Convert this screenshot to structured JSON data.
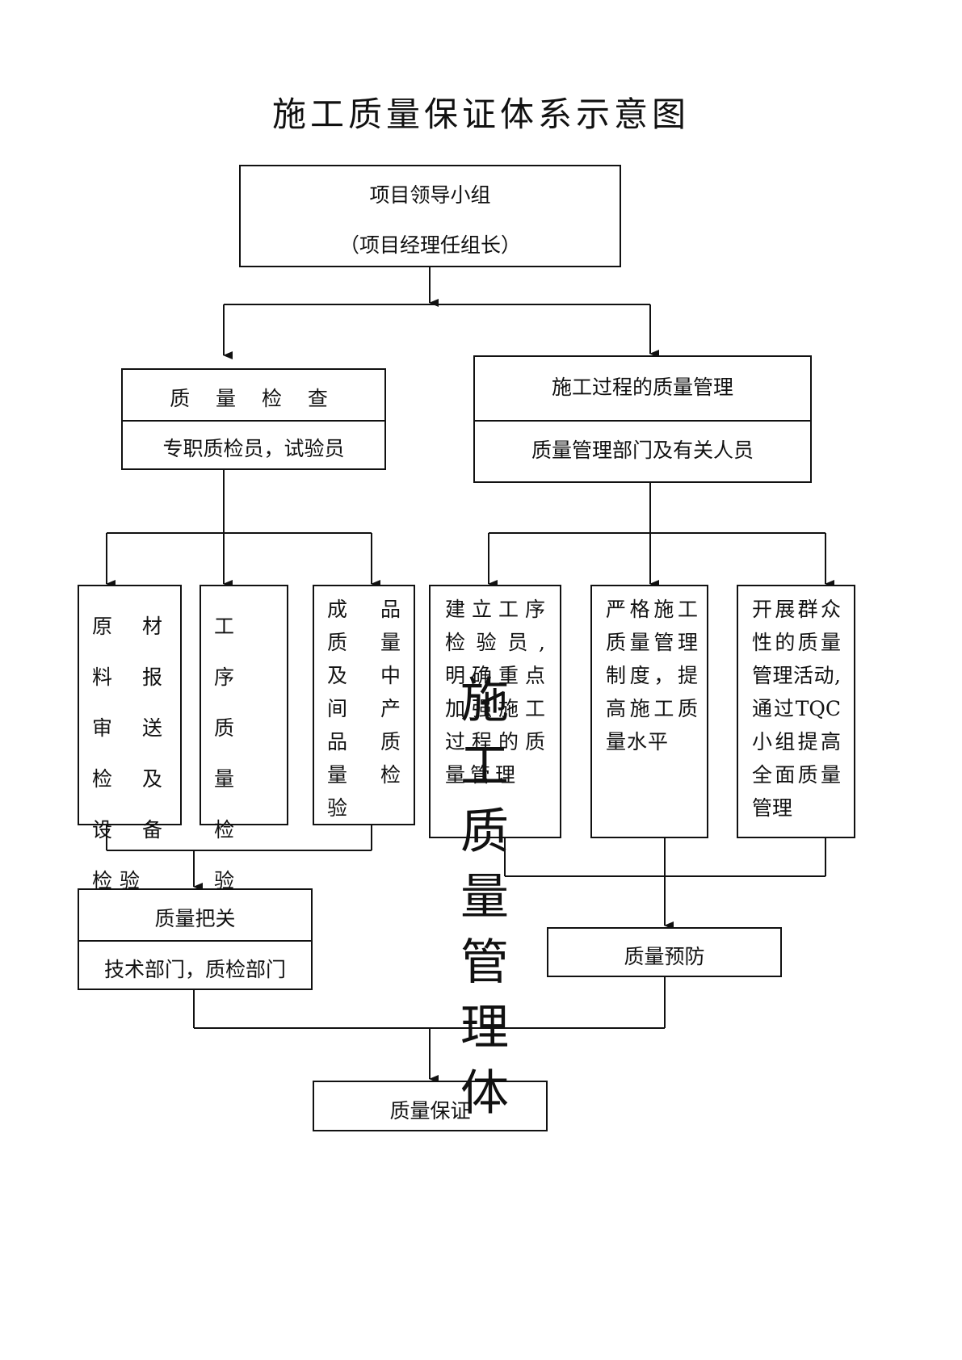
{
  "title": "施工质量保证体系示意图",
  "leader": {
    "line1": "项目领导小组",
    "line2": "（项目经理任组长）"
  },
  "quality_check": {
    "header": "质 量 检 查",
    "staff": "专职质检员，试验员"
  },
  "process_mgmt": {
    "header": "施工过程的质量管理",
    "staff": "质量管理部门及有关人员"
  },
  "items": {
    "raw_material": "原材料报审送检及设备检验",
    "process_inspection": "工序质量检验",
    "finished_products": "成品质量及中间产品质量检验",
    "process_inspectors": "建立工序检验员,明确重点加强施工过程的质量管理",
    "strict_system": "严格施工质量管理制度，提高施工质量水平",
    "mass_activities": "开展群众性的质量管理活动,通过TQC小组提高全面质量管理"
  },
  "gatekeeping": {
    "header": "质量把关",
    "staff": "技术部门，质检部门"
  },
  "prevention": "质量预防",
  "assurance": "质量保证",
  "overlay_text": "施工质量管理体"
}
